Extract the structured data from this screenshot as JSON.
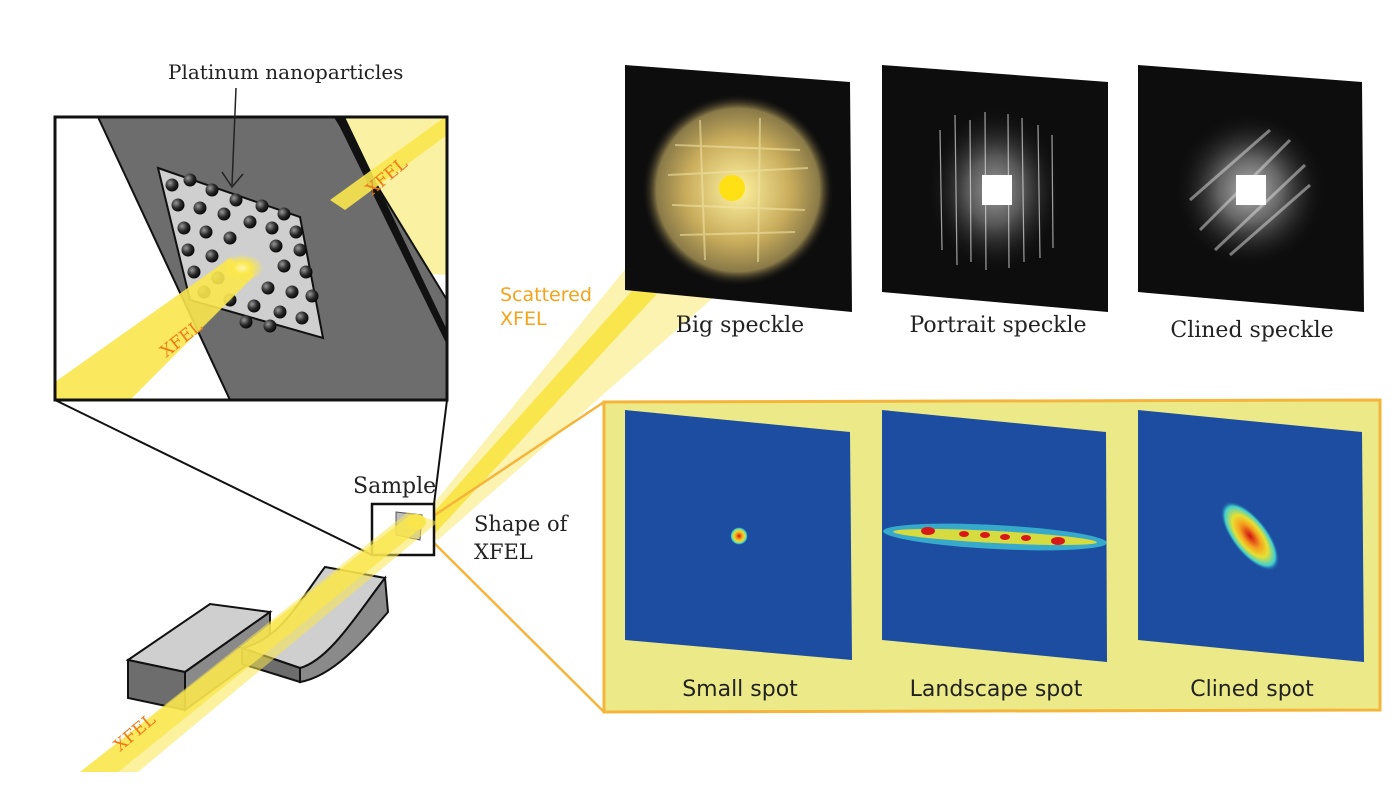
{
  "labels": {
    "nanoparticles": "Platinum nanoparticles",
    "scattered_line1": "Scattered",
    "scattered_line2": "XFEL",
    "sample": "Sample",
    "shape_line1": "Shape of",
    "shape_line2": "XFEL",
    "beam_inset": "XFEL",
    "beam_inset_upper": "XFEL",
    "beam_source": "XFEL"
  },
  "speckle_panels": [
    {
      "caption": "Big speckle"
    },
    {
      "caption": "Portrait speckle"
    },
    {
      "caption": "Clined speckle"
    }
  ],
  "spot_panels": [
    {
      "caption": "Small spot"
    },
    {
      "caption": "Landscape spot"
    },
    {
      "caption": "Clined spot"
    }
  ],
  "colors": {
    "beam": "#f9e64d",
    "beam_light": "#fbf1a3",
    "label_orange": "#f5a31a",
    "spot_background": "#1c4da0",
    "spot_box_fill": "#ecea88",
    "spot_box_border": "#f5b53a",
    "frame_gray": "#6d6d6d"
  }
}
